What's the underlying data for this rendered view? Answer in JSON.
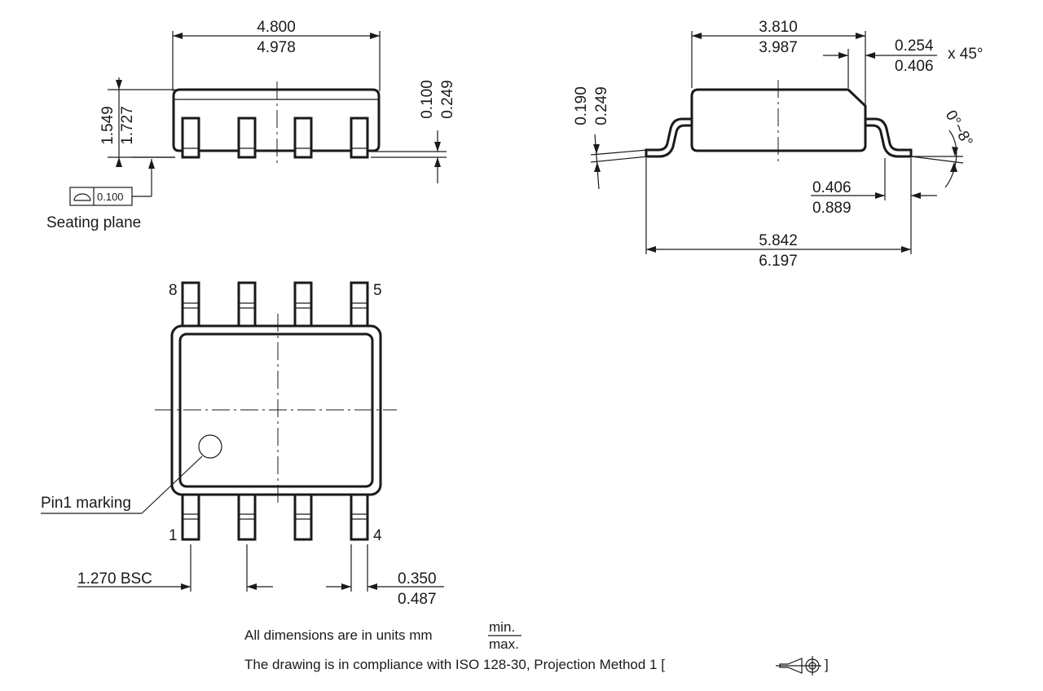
{
  "front_view": {
    "length_min": "4.800",
    "length_max": "4.978",
    "height_min": "1.549",
    "height_max": "1.727",
    "standoff_min": "0.100",
    "standoff_max": "0.249",
    "flatness_value": "0.100",
    "seating_plane_label": "Seating plane"
  },
  "side_view": {
    "width_min": "3.810",
    "width_max": "3.987",
    "chamfer_min": "0.254",
    "chamfer_max": "0.406",
    "chamfer_angle": "x 45°",
    "lead_thickness_min": "0.190",
    "lead_thickness_max": "0.249",
    "lead_angle": "0°~8°",
    "foot_length_min": "0.406",
    "foot_length_max": "0.889",
    "overall_width_min": "5.842",
    "overall_width_max": "6.197"
  },
  "top_view": {
    "pin_label_8": "8",
    "pin_label_5": "5",
    "pin_label_1": "1",
    "pin_label_4": "4",
    "pin1_marking_label": "Pin1 marking",
    "pitch_label": "1.270 BSC",
    "lead_width_min": "0.350",
    "lead_width_max": "0.487"
  },
  "notes": {
    "units_text": "All dimensions are in units mm",
    "units_min": "min.",
    "units_max": "max.",
    "compliance_text": "The drawing is in compliance with ISO 128-30, Projection Method 1 [",
    "compliance_close": "]"
  }
}
